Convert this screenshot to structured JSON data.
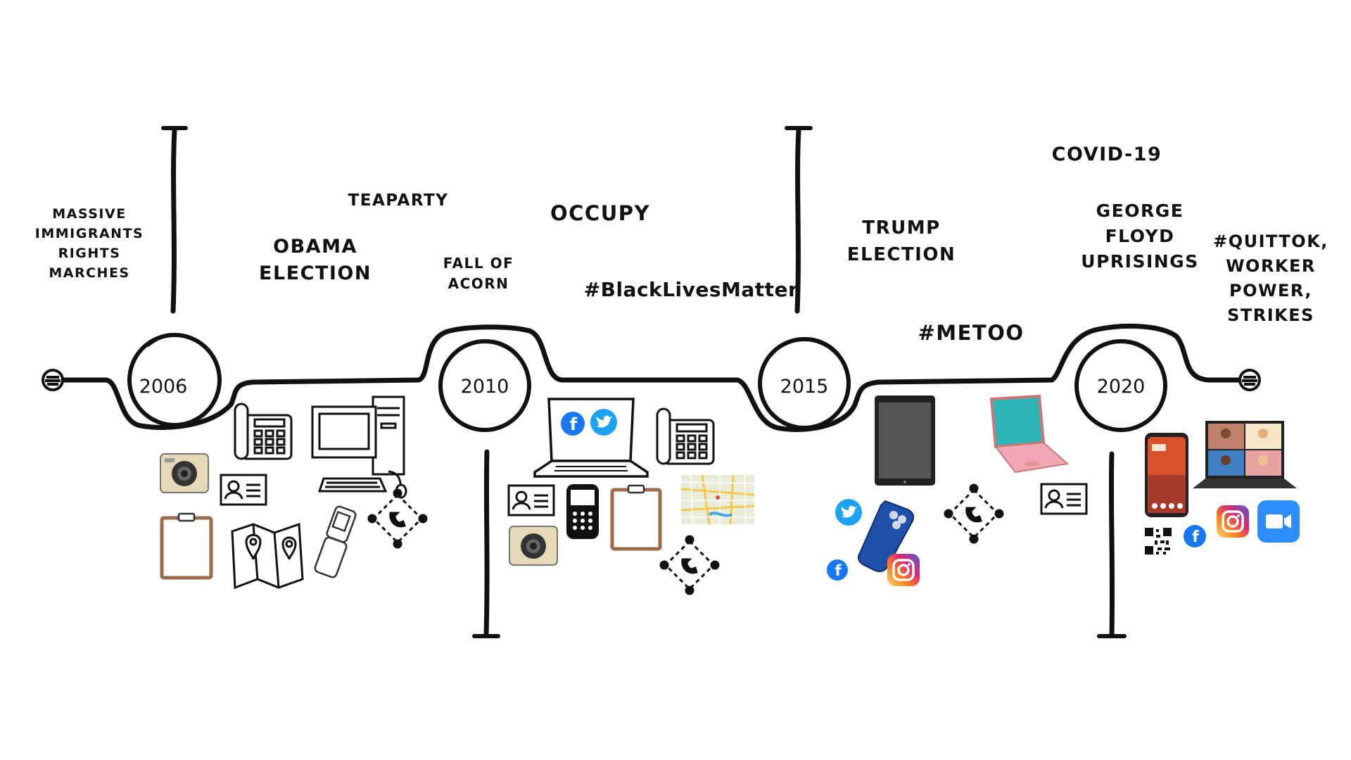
{
  "timeline": {
    "years": [
      "2006",
      "2010",
      "2015",
      "2020"
    ],
    "events": [
      {
        "id": "massive-immigrants-rights-marches",
        "text": "MASSIVE\nIMMIGRANTS\nRIGHTS\nMARCHES"
      },
      {
        "id": "obama-election",
        "text": "OBAMA\nELECTION"
      },
      {
        "id": "teaparty",
        "text": "TEAPARTY"
      },
      {
        "id": "fall-of-acorn",
        "text": "FALL OF\nACORN"
      },
      {
        "id": "occupy",
        "text": "OCCUPY"
      },
      {
        "id": "blacklivesmatter",
        "text": "#BlackLivesMatter"
      },
      {
        "id": "trump-election",
        "text": "TRUMP\nELECTION"
      },
      {
        "id": "metoo",
        "text": "#METOO"
      },
      {
        "id": "covid-19",
        "text": "COVID-19"
      },
      {
        "id": "george-floyd-uprisings",
        "text": "GEORGE\nFLOYD\nUPRISINGS"
      },
      {
        "id": "quittok-worker-power-strikes",
        "text": "#QUITTOK,\nWORKER\nPOWER,\nSTRIKES"
      }
    ]
  },
  "icons": {
    "2006": [
      "camera-icon",
      "clipboard-icon",
      "desk-phone-icon",
      "contact-card-icon",
      "desktop-computer-icon",
      "map-icon",
      "flip-phone-icon",
      "call-network-icon"
    ],
    "2010": [
      "contact-card-icon",
      "camera-icon",
      "blackberry-phone-icon",
      "laptop-social-icon",
      "facebook-icon",
      "twitter-icon",
      "clipboard-icon",
      "desk-phone-icon",
      "city-map-icon",
      "call-network-icon"
    ],
    "2015": [
      "tablet-icon",
      "twitter-icon",
      "smartphone-icon",
      "facebook-icon",
      "instagram-icon",
      "pink-laptop-icon",
      "call-network-icon",
      "contact-card-icon"
    ],
    "2020": [
      "smartphone-icon",
      "qr-code-icon",
      "facebook-icon",
      "video-call-laptop-icon",
      "instagram-icon",
      "zoom-icon"
    ]
  },
  "colors": {
    "ink": "#111111",
    "facebook": "#1877F2",
    "twitter": "#1DA1F2",
    "zoom": "#2D8CFF",
    "laptop_screen": "#2bb5b5",
    "pink_laptop": "#f2a8b4"
  }
}
